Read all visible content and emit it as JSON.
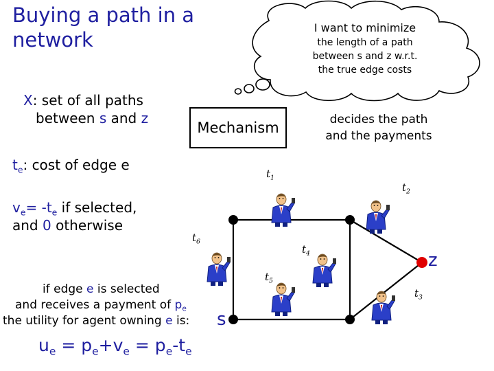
{
  "title": "Buying a path in a network",
  "x_def": {
    "var": "X",
    "text": ": set of all paths",
    "line2_pre": "between ",
    "s": "s",
    "line2_mid": " and ",
    "z": "z"
  },
  "te_def": {
    "t": "t",
    "sub": "e",
    "text": ": cost of edge e"
  },
  "ve_def": {
    "v": "v",
    "sub": "e",
    "eq": "= -",
    "t": "t",
    "tsub": "e",
    "rest": " if selected,",
    "line2_pre": "and ",
    "zero": "0",
    "line2_post": " otherwise"
  },
  "thought_bubble": {
    "line1": "I want to minimize",
    "line2": "the length of a path",
    "line3": "between s and z w.r.t.",
    "line4": "the true edge costs"
  },
  "mechanism": "Mechanism",
  "decides": {
    "line1": "decides the path",
    "line2": "and the payments"
  },
  "utility": {
    "line1_pre": "if edge ",
    "line1_e": "e",
    "line1_post": " is selected",
    "line2": "and receives a payment of ",
    "line2_p": "p",
    "line2_sub": "e",
    "line3_pre": "the utility for agent owning ",
    "line3_e": "e",
    "line3_post": " is:"
  },
  "formula": {
    "u": "u",
    "e1": "e",
    "eq1": " = p",
    "e2": "e",
    "plus": "+v",
    "e3": "e",
    "eq2": " = p",
    "e4": "e",
    "minus": "-t",
    "e5": "e"
  },
  "nodes": {
    "s": "s",
    "z": "z"
  },
  "agents": [
    {
      "label": "t",
      "sub": "1"
    },
    {
      "label": "t",
      "sub": "2"
    },
    {
      "label": "t",
      "sub": "3"
    },
    {
      "label": "t",
      "sub": "4"
    },
    {
      "label": "t",
      "sub": "5"
    },
    {
      "label": "t",
      "sub": "6"
    }
  ],
  "colors": {
    "text_blue": "#1f1fa0",
    "node_black": "#000000",
    "node_red": "#e00000",
    "agent_blue": "#2b3fc8",
    "agent_face": "#f2c28a"
  }
}
